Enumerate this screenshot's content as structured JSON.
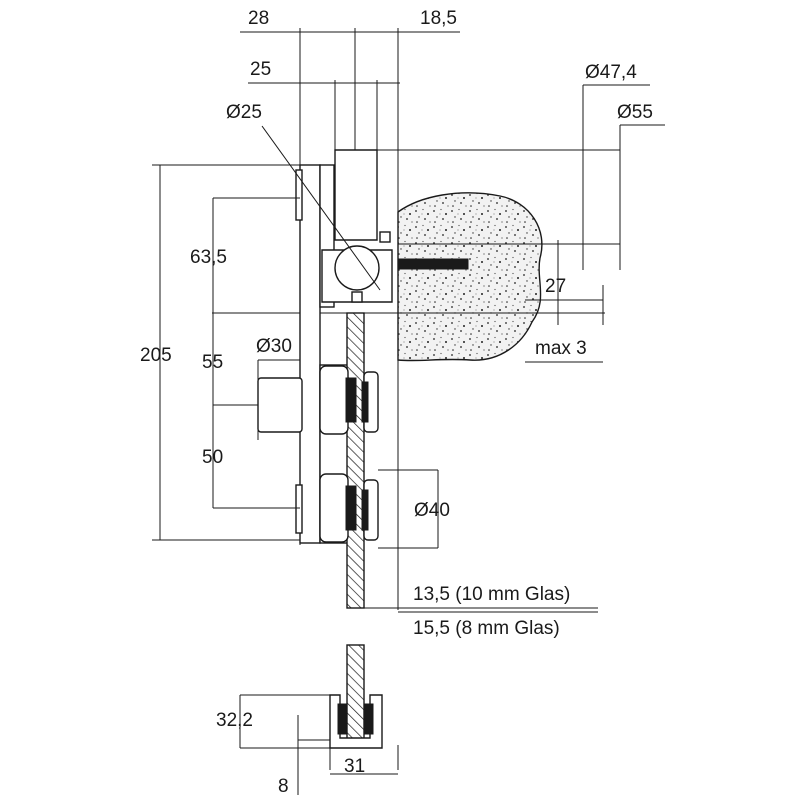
{
  "dimensions": {
    "top_width_28": "28",
    "top_width_18_5": "18,5",
    "width_25": "25",
    "dia_47_4": "Ø47,4",
    "dia_55": "Ø55",
    "dia_25": "Ø25",
    "height_63_5": "63,5",
    "height_27": "27",
    "max_3": "max 3",
    "height_205": "205",
    "dia_30": "Ø30",
    "height_55": "55",
    "height_50": "50",
    "dia_40": "Ø40",
    "glass_10mm": "13,5 (10 mm Glas)",
    "glass_8mm": "15,5 (8 mm Glas)",
    "profile_32_2": "32,2",
    "profile_8": "8",
    "profile_31": "31"
  }
}
